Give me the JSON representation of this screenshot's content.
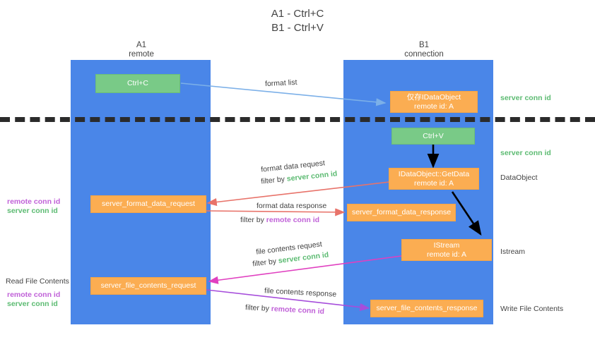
{
  "title": {
    "line1": "A1 - Ctrl+C",
    "line2": "B1 - Ctrl+V"
  },
  "lanes": [
    {
      "name": "A1",
      "sub": "remote"
    },
    {
      "name": "B1",
      "sub": "connection"
    }
  ],
  "boxes": {
    "ctrl_c": {
      "line1": "Ctrl+C",
      "color": "#79ca87"
    },
    "ctrl_v": {
      "line1": "Ctrl+V",
      "color": "#79ca87"
    },
    "data_object_store": {
      "line1": "仅存IDataObject",
      "line2": "remote id: A",
      "color": "#fbad52"
    },
    "get_data": {
      "line1": "IDataObject::GetData",
      "line2": "remote id: A",
      "color": "#fbad52"
    },
    "istream": {
      "line1": "IStream",
      "line2": "remote id: A",
      "color": "#fbad52"
    },
    "format_data_request": {
      "line1": "server_format_data_request",
      "color": "#fbad52"
    },
    "format_data_response": {
      "line1": "server_format_data_response",
      "color": "#fbad52"
    },
    "file_contents_request": {
      "line1": "server_file_contents_request",
      "color": "#fbad52"
    },
    "file_contents_response": {
      "line1": "server_file_contents_response",
      "color": "#fbad52"
    }
  },
  "edges": {
    "format_list": "format list",
    "format_data_request": "format data request",
    "format_data_response": "format data response",
    "file_contents_request": "file contents request",
    "file_contents_response": "file contents response",
    "filter_by": "filter by",
    "server_conn_id": "server conn id",
    "remote_conn_id": "remote conn id"
  },
  "annotations": {
    "right_server_conn_id_top": "server conn id",
    "right_server_conn_id_mid": "server conn id",
    "right_data_object": "DataObject",
    "right_istream": "Istream",
    "right_write_file_contents": "Write File Contents",
    "left_read_file_contents": "Read File Contents",
    "left_remote_conn_id_1": "remote conn id",
    "left_server_conn_id_1": "server conn id",
    "left_remote_conn_id_2": "remote conn id",
    "left_server_conn_id_2": "server conn id"
  },
  "colors": {
    "lane": "#4a86e8",
    "green": "#79ca87",
    "orange": "#fbad52",
    "green_text": "#5cbb72",
    "purple_text": "#c061d8",
    "arrow_blue": "#7cb0e8",
    "arrow_red": "#e8736a",
    "arrow_magenta": "#e040c0",
    "arrow_purple": "#a64ddb",
    "arrow_black": "#000000",
    "dash": "#2b2b2b"
  }
}
